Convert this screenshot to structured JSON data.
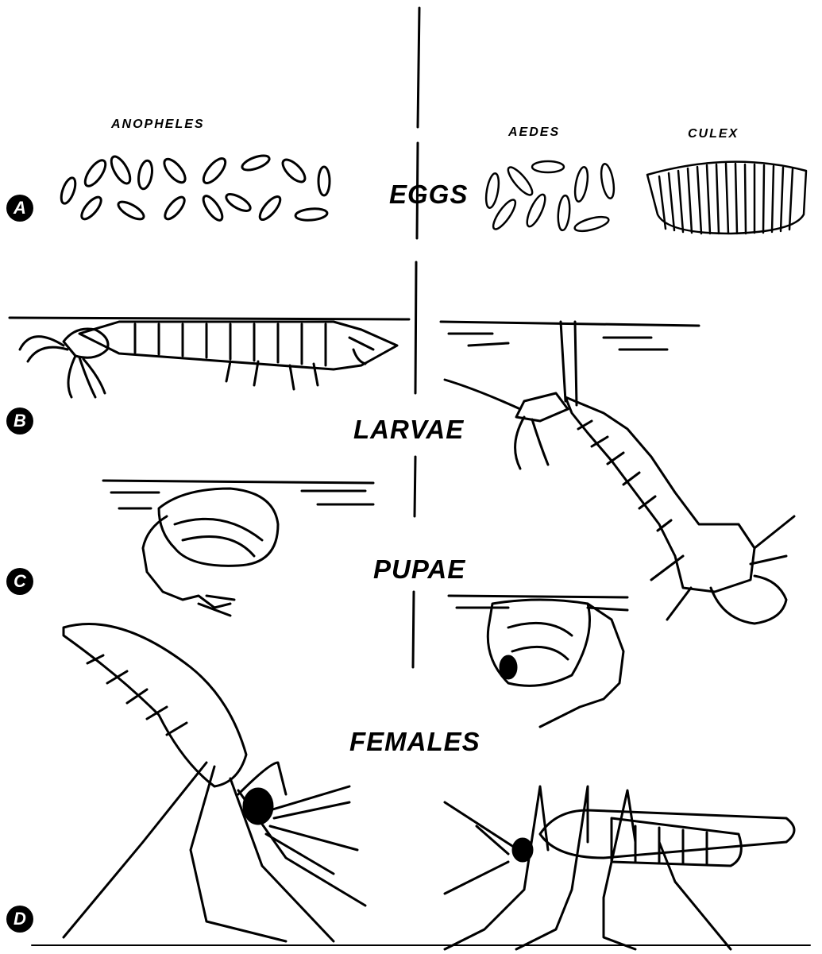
{
  "genera": {
    "anopheles": "ANOPHELES",
    "aedes": "AEDES",
    "culex": "CULEX"
  },
  "stages": {
    "eggs": "EGGS",
    "larvae": "LARVAE",
    "pupae": "PUPAE",
    "females": "FEMALES"
  },
  "row_markers": [
    "A",
    "B",
    "C",
    "D"
  ],
  "colors": {
    "ink": "#000000",
    "paper": "#ffffff"
  }
}
